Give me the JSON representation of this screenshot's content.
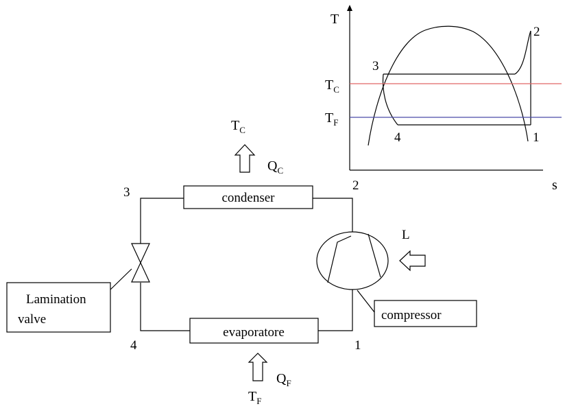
{
  "colors": {
    "line": "#000000",
    "tc_line": "#e06666",
    "tf_line": "#4a4aa8",
    "background": "#ffffff"
  },
  "cycle": {
    "condenser": "condenser",
    "evaporator": "evaporatore",
    "compressor": "compressor",
    "valve_line1": "Lamination",
    "valve_line2": "valve",
    "node_1": "1",
    "node_2": "2",
    "node_3": "3",
    "node_4": "4",
    "heat_out": {
      "main": "Q",
      "sub": "C"
    },
    "heat_in": {
      "main": "Q",
      "sub": "F"
    },
    "temp_hot": {
      "main": "T",
      "sub": "C"
    },
    "temp_cold": {
      "main": "T",
      "sub": "F"
    },
    "work": "L"
  },
  "ts_diagram": {
    "y_axis": "T",
    "x_axis": "s",
    "tc_label": {
      "main": "T",
      "sub": "C"
    },
    "tf_label": {
      "main": "T",
      "sub": "F"
    },
    "point_1": "1",
    "point_2": "2",
    "point_3": "3",
    "point_4": "4"
  }
}
